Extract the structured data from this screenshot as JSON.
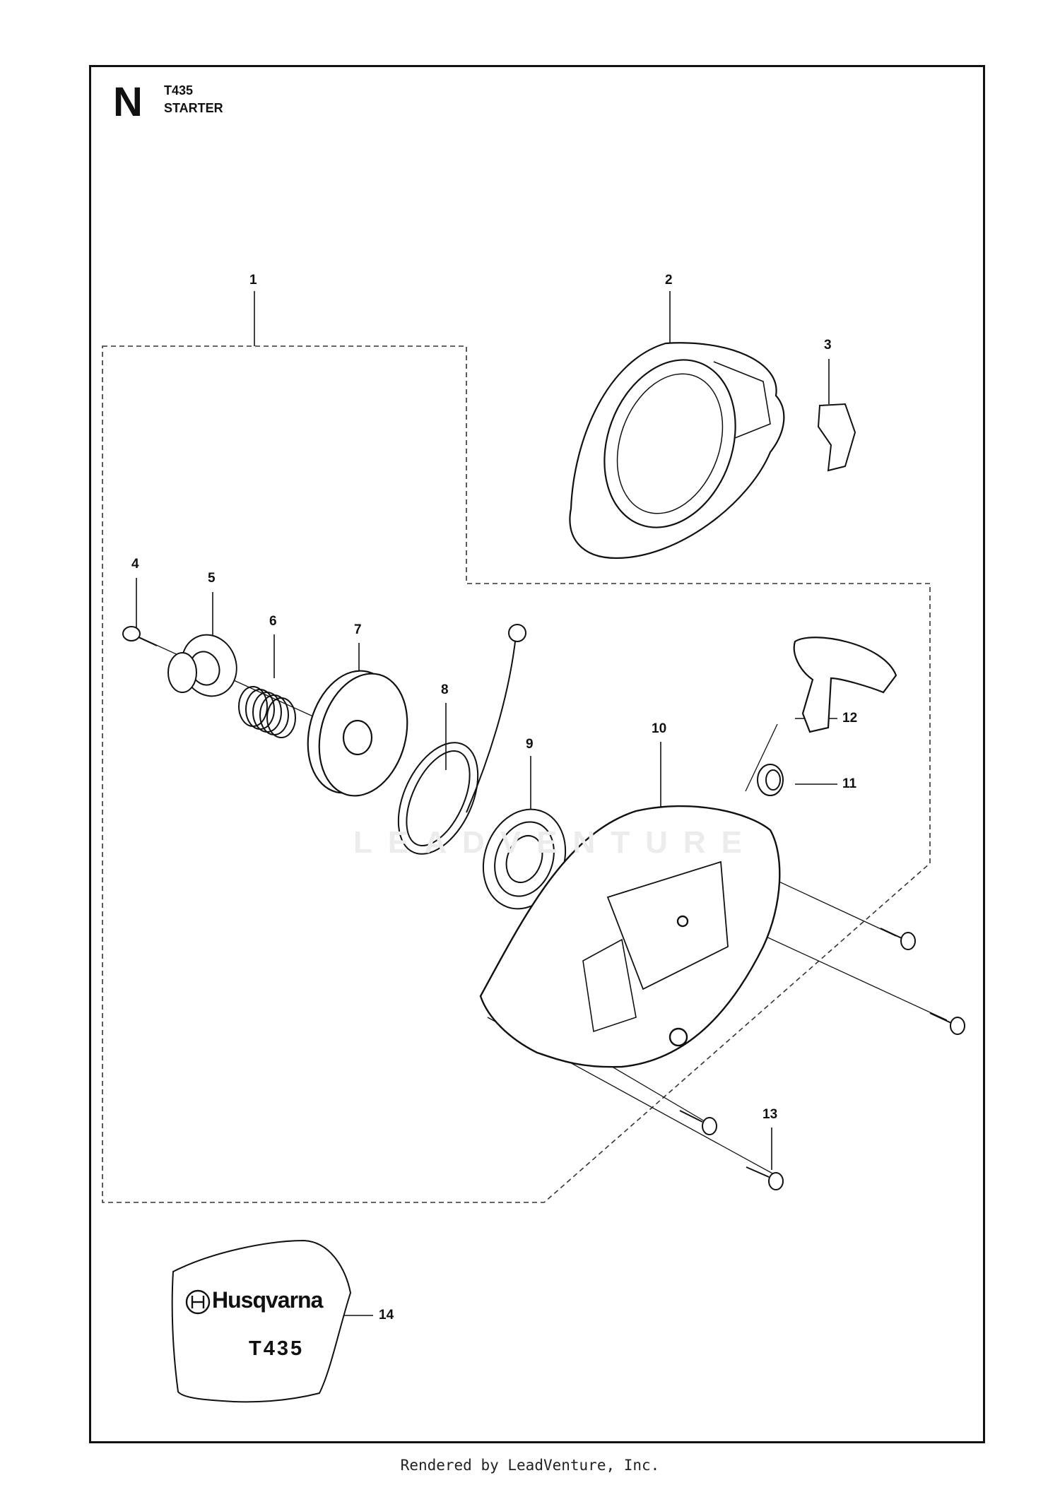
{
  "header": {
    "section_letter": "N",
    "model": "T435",
    "title": "STARTER"
  },
  "callouts": [
    {
      "id": "callout-1",
      "label": "1"
    },
    {
      "id": "callout-2",
      "label": "2"
    },
    {
      "id": "callout-3",
      "label": "3"
    },
    {
      "id": "callout-4",
      "label": "4"
    },
    {
      "id": "callout-5",
      "label": "5"
    },
    {
      "id": "callout-6",
      "label": "6"
    },
    {
      "id": "callout-7",
      "label": "7"
    },
    {
      "id": "callout-8",
      "label": "8"
    },
    {
      "id": "callout-9",
      "label": "9"
    },
    {
      "id": "callout-10",
      "label": "10"
    },
    {
      "id": "callout-11",
      "label": "11"
    },
    {
      "id": "callout-12",
      "label": "12"
    },
    {
      "id": "callout-13",
      "label": "13"
    },
    {
      "id": "callout-14",
      "label": "14"
    }
  ],
  "decal": {
    "brand": "Husqvarna",
    "model": "T435"
  },
  "watermark": "LEADVENTURE",
  "footer": "Rendered by LeadVenture, Inc.",
  "colors": {
    "line": "#111111",
    "background": "#ffffff",
    "watermark": "#ececec"
  }
}
